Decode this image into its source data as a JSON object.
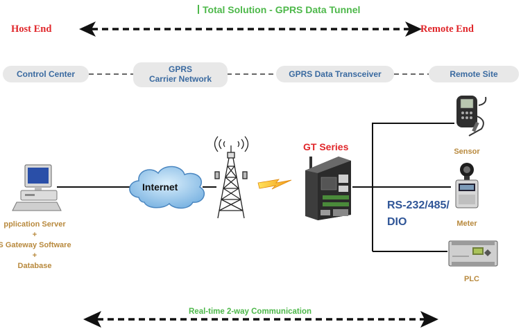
{
  "title": "Total Solution - GPRS Data Tunnel",
  "host_end": "Host End",
  "remote_end": "Remote End",
  "stages": {
    "control_center": "Control Center",
    "gprs_line1": "GPRS",
    "gprs_line2": "Carrier Network",
    "transceiver": "GPRS Data Transceiver",
    "remote_site": "Remote Site"
  },
  "cloud_label": "Internet",
  "gt_series": "GT Series",
  "rs_line1": "RS-232/485/",
  "rs_line2": "DIO",
  "devices": {
    "sensor": "Sensor",
    "meter": "Meter",
    "plc": "PLC"
  },
  "server_lines": [
    "pplication Server",
    "+",
    "S Gateway Software",
    "+",
    "Database"
  ],
  "bottom_label": "Real-time 2-way Communication",
  "colors": {
    "title_green": "#4db84a",
    "end_red": "#e0262a",
    "stage_blue": "#3a6aa0",
    "caption_gold": "#b8893d",
    "cloud_blue": "#8fc2e8"
  }
}
